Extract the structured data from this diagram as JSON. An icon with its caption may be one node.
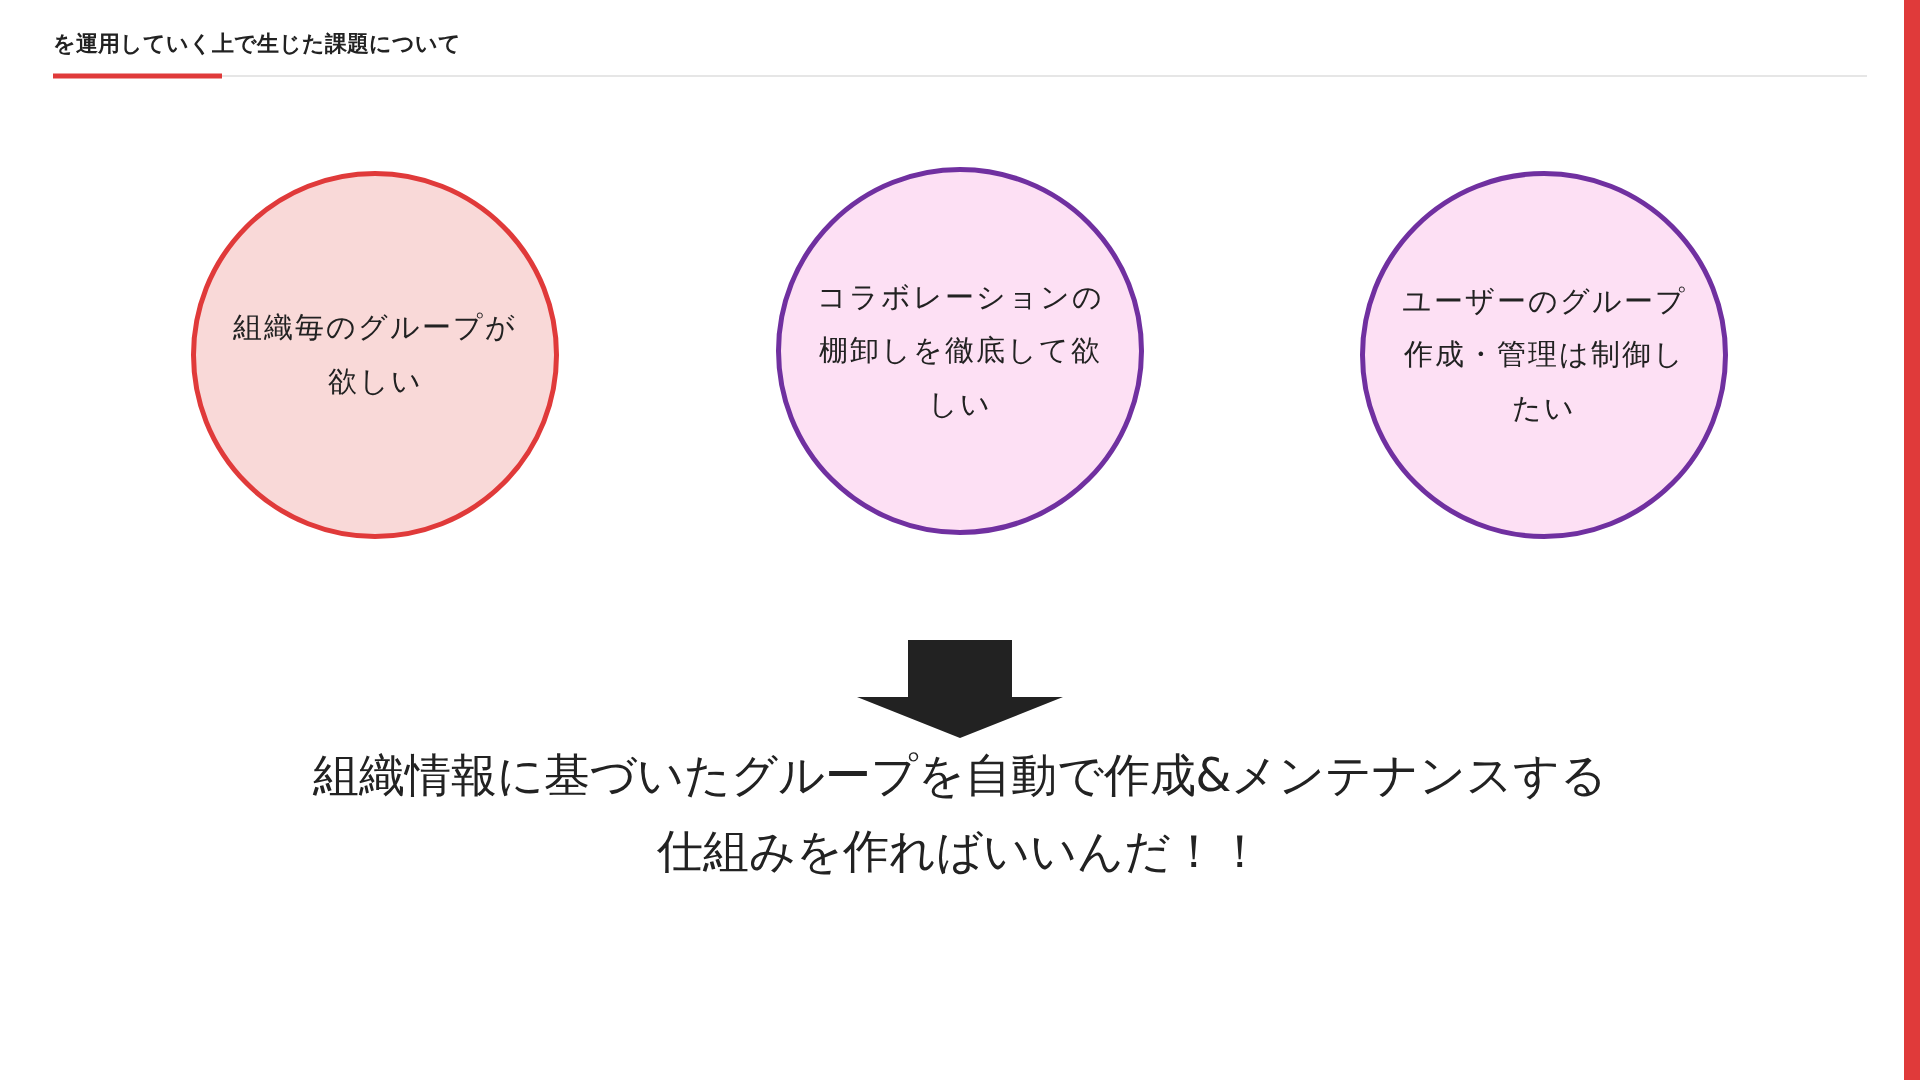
{
  "diagram": {
    "title": "を運用していく上で生じた課題について",
    "nodes": [
      {
        "text": [
          "組織毎のグループが欲しい"
        ]
      },
      {
        "text": [
          "コラボレーションの棚卸しを徹底して欲しい"
        ]
      },
      {
        "text": [
          "ユーザーのグループ作成・管理は制御したい"
        ]
      },
      {
        "text": [
          "組織情報に基づいたグループを自動で作成&メンテナンスする仕組みを作ればいいんだ！！"
        ]
      }
    ],
    "edges": [
      {
        "from": null,
        "to": 3,
        "arrow": "to"
      }
    ]
  }
}
